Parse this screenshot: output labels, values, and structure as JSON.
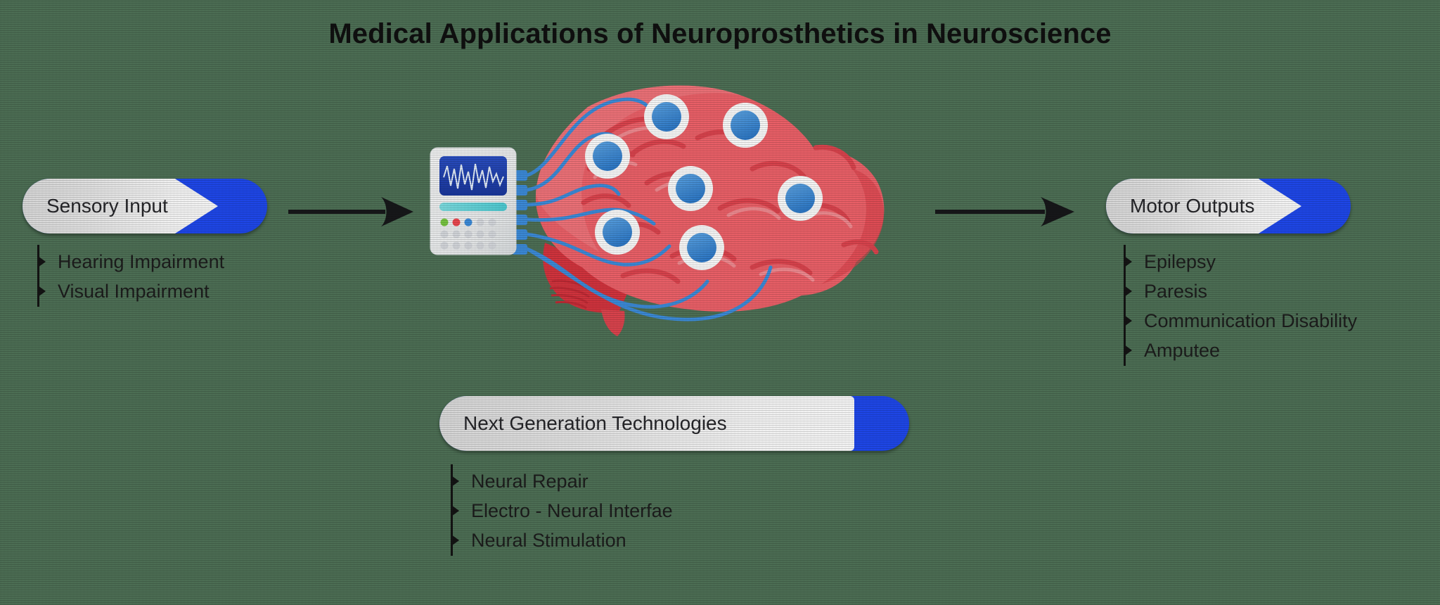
{
  "title": "Medical Applications of Neuroprosthetics in Neuroscience",
  "colors": {
    "background": "#4f7257",
    "accent_blue": "#1f49f0",
    "pill_light": "#efefef",
    "text_dark": "#1d1d1d",
    "brain_red": "#f2636b",
    "brain_red_dark": "#e0454f",
    "electrode_blue": "#3d8ede",
    "wire_blue": "#3d8ede",
    "device_screen": "#1f3fa8",
    "device_body": "#eef0f1",
    "device_bar": "#5fd6dd"
  },
  "sections": {
    "sensory_input": {
      "label": "Sensory Input",
      "items": [
        {
          "label": "Hearing Impairment",
          "icon": "triangle-bullet-icon"
        },
        {
          "label": "Visual Impairment",
          "icon": "triangle-bullet-icon"
        }
      ]
    },
    "motor_outputs": {
      "label": "Motor Outputs",
      "items": [
        {
          "label": "Epilepsy",
          "icon": "triangle-bullet-icon"
        },
        {
          "label": "Paresis",
          "icon": "triangle-bullet-icon"
        },
        {
          "label": "Communication Disability",
          "icon": "triangle-bullet-icon"
        },
        {
          "label": "Amputee",
          "icon": "triangle-bullet-icon"
        }
      ]
    },
    "next_generation": {
      "label": "Next Generation Technologies",
      "items": [
        {
          "label": "Neural Repair",
          "icon": "triangle-bullet-icon"
        },
        {
          "label": "Electro - Neural Interfae",
          "icon": "triangle-bullet-icon"
        },
        {
          "label": "Neural Stimulation",
          "icon": "triangle-bullet-icon"
        }
      ]
    }
  },
  "arrows": [
    {
      "name": "arrow-sensory-to-device",
      "direction": "right"
    },
    {
      "name": "arrow-device-to-motor",
      "direction": "right"
    }
  ],
  "illustration": {
    "name": "brain-with-electrodes-and-eeg-device",
    "device": {
      "name": "eeg-monitor-device",
      "screen": "eeg-waveform",
      "indicator_lights": [
        "green",
        "red",
        "blue",
        "gray",
        "gray"
      ],
      "port_count": 6
    },
    "brain": {
      "name": "human-brain",
      "electrode_count": 7
    }
  }
}
